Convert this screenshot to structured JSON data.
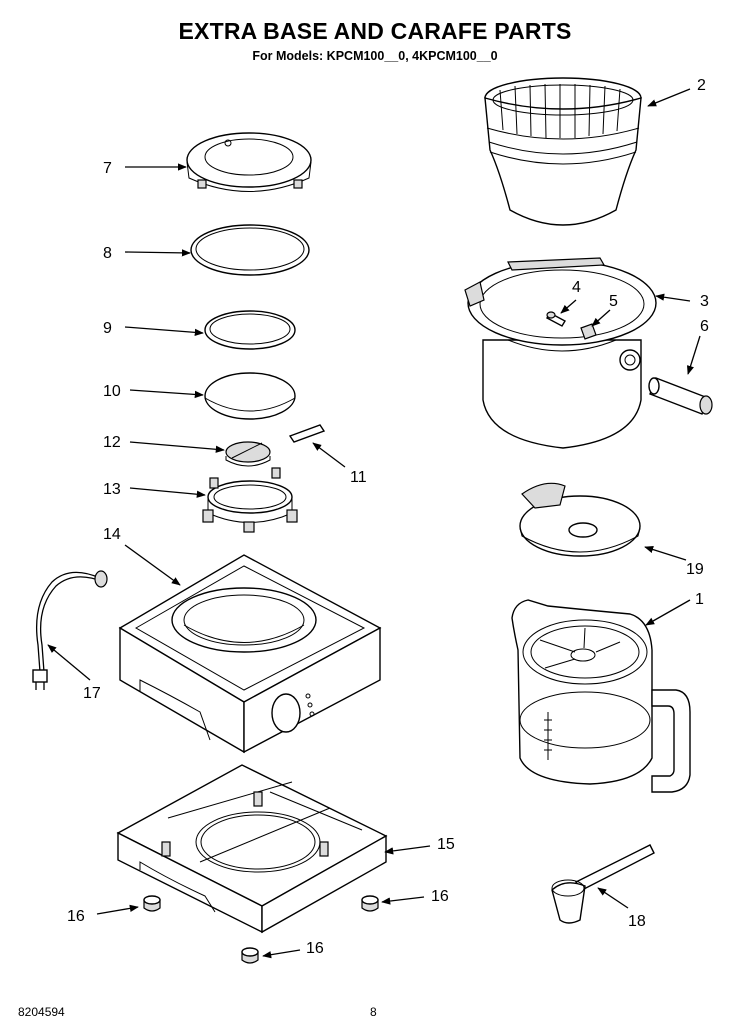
{
  "title": "EXTRA BASE AND CARAFE PARTS",
  "subtitle": "For Models: KPCM100__0, 4KPCM100__0",
  "footer": {
    "doc_number": "8204594",
    "page_number": "8"
  },
  "callouts": {
    "c1": "1",
    "c2": "2",
    "c3": "3",
    "c4": "4",
    "c5": "5",
    "c6": "6",
    "c7": "7",
    "c8": "8",
    "c9": "9",
    "c10": "10",
    "c11": "11",
    "c12": "12",
    "c13": "13",
    "c14": "14",
    "c15": "15",
    "c16a": "16",
    "c16b": "16",
    "c16c": "16",
    "c17": "17",
    "c18": "18",
    "c19": "19"
  }
}
